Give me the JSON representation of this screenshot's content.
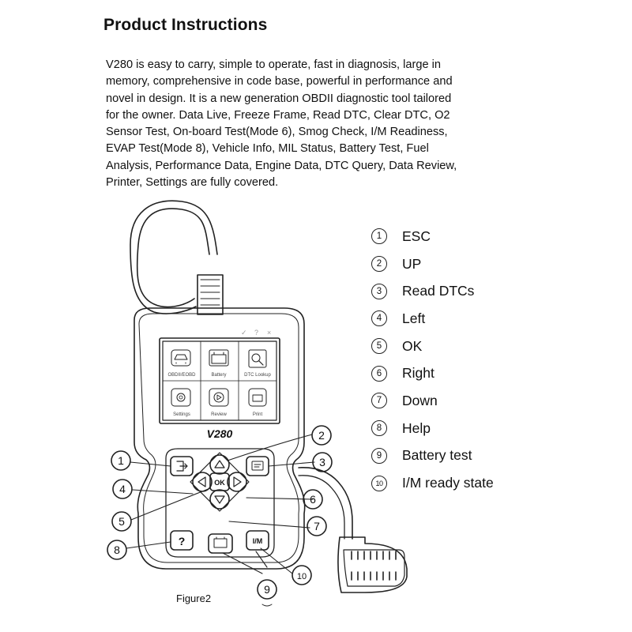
{
  "title": "Product Instructions",
  "paragraph_lines": [
    "V280 is easy to carry, simple to operate, fast in diagnosis, large in",
    "memory, comprehensive in code base, powerful in performance and",
    "novel in design. It is a new generation OBDII diagnostic tool tailored",
    "for the owner. Data Live, Freeze Frame, Read DTC, Clear DTC, O2",
    "Sensor Test, On-board Test(Mode 6), Smog Check, I/M Readiness,",
    "EVAP Test(Mode 8), Vehicle Info, MIL Status, Battery Test, Fuel",
    "Analysis, Performance Data, Engine Data, DTC Query, Data Review,",
    "Printer, Settings are fully covered."
  ],
  "device": {
    "model": "V280",
    "screen_icons": [
      "OBDII/EOBD",
      "Battery",
      "DTC Lookup",
      "Settings",
      "Review",
      "Print"
    ],
    "status_icons": [
      "✓",
      "?",
      "×"
    ],
    "ok_label": "OK",
    "im_label": "I/M"
  },
  "callout_numbers": [
    "1",
    "2",
    "3",
    "4",
    "5",
    "6",
    "7",
    "8",
    "9",
    "10"
  ],
  "legend": [
    {
      "num": "1",
      "label": "ESC"
    },
    {
      "num": "2",
      "label": "UP"
    },
    {
      "num": "3",
      "label": "Read DTCs"
    },
    {
      "num": "4",
      "label": "Left"
    },
    {
      "num": "5",
      "label": "OK"
    },
    {
      "num": "6",
      "label": "Right"
    },
    {
      "num": "7",
      "label": "Down"
    },
    {
      "num": "8",
      "label": "Help"
    },
    {
      "num": "9",
      "label": "Battery test"
    },
    {
      "num": "10",
      "label": "I/M ready state"
    }
  ],
  "caption": "Figure2"
}
